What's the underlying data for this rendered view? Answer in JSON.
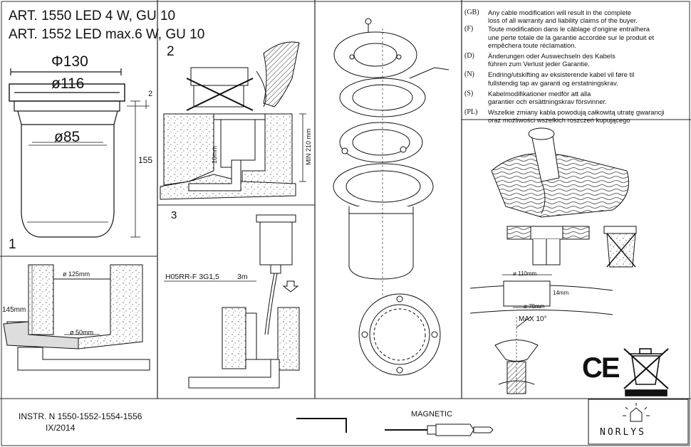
{
  "header": {
    "line1": "ART. 1550 LED 4 W, GU 10",
    "line2": "ART. 1552 LED max.6 W, GU 10"
  },
  "step_numbers": {
    "s1": "1",
    "s2": "2",
    "s3": "3"
  },
  "dims1": {
    "d130": "Φ130",
    "d116": "ø116",
    "d85": "ø85",
    "h2": "2",
    "h155": "155",
    "hole125": "ø 125mm",
    "depth145": "145mm",
    "hole50": "ø 50mm"
  },
  "dims2": {
    "min210": "MIN 210 mm",
    "c10": "10mm"
  },
  "cable": {
    "spec": "H05RR-F  3G1,5",
    "length": "3m"
  },
  "dims_right": {
    "d110": "ø 110mm",
    "h14": "14mm",
    "d78": "ø 78mm",
    "tilt": "MAX 10°"
  },
  "warnings": [
    {
      "code": "(GB)",
      "lines": [
        "Any cable modification will result in the complete",
        "loss of all warranty and liability claims of the buyer."
      ]
    },
    {
      "code": "(F)",
      "lines": [
        "Toute modification dans le câblage d'origine entraîhera",
        "une perte totale de la garantie accordée sur le produit et",
        "empêchera toute réclamation."
      ]
    },
    {
      "code": "(D)",
      "lines": [
        "Änderungen oder Auswechseln des Kabels",
        "führen zum Verlust jeder Garantie."
      ]
    },
    {
      "code": "(N)",
      "lines": [
        "Endring/utskifting av eksisterende kabel vil føre til",
        "fullstendig tap av garanti og erstatningskrav."
      ]
    },
    {
      "code": "(S)",
      "lines": [
        "Kabelmodifikationer medför att alla",
        "garantier och ersättningskrav försvinner."
      ]
    },
    {
      "code": "(PL)",
      "lines": [
        "Wszelkie zmiany kabla powodują całkowitą utratę gwarancji",
        "oraz  możliwości wszelkich roszczeń kupującego"
      ]
    }
  ],
  "footer": {
    "instr": "INSTR. N  1550-1552-1554-1556",
    "date": "IX/2014",
    "tool_label": "MAGNETIC",
    "ce": "CE",
    "brand": "NORLYS"
  }
}
